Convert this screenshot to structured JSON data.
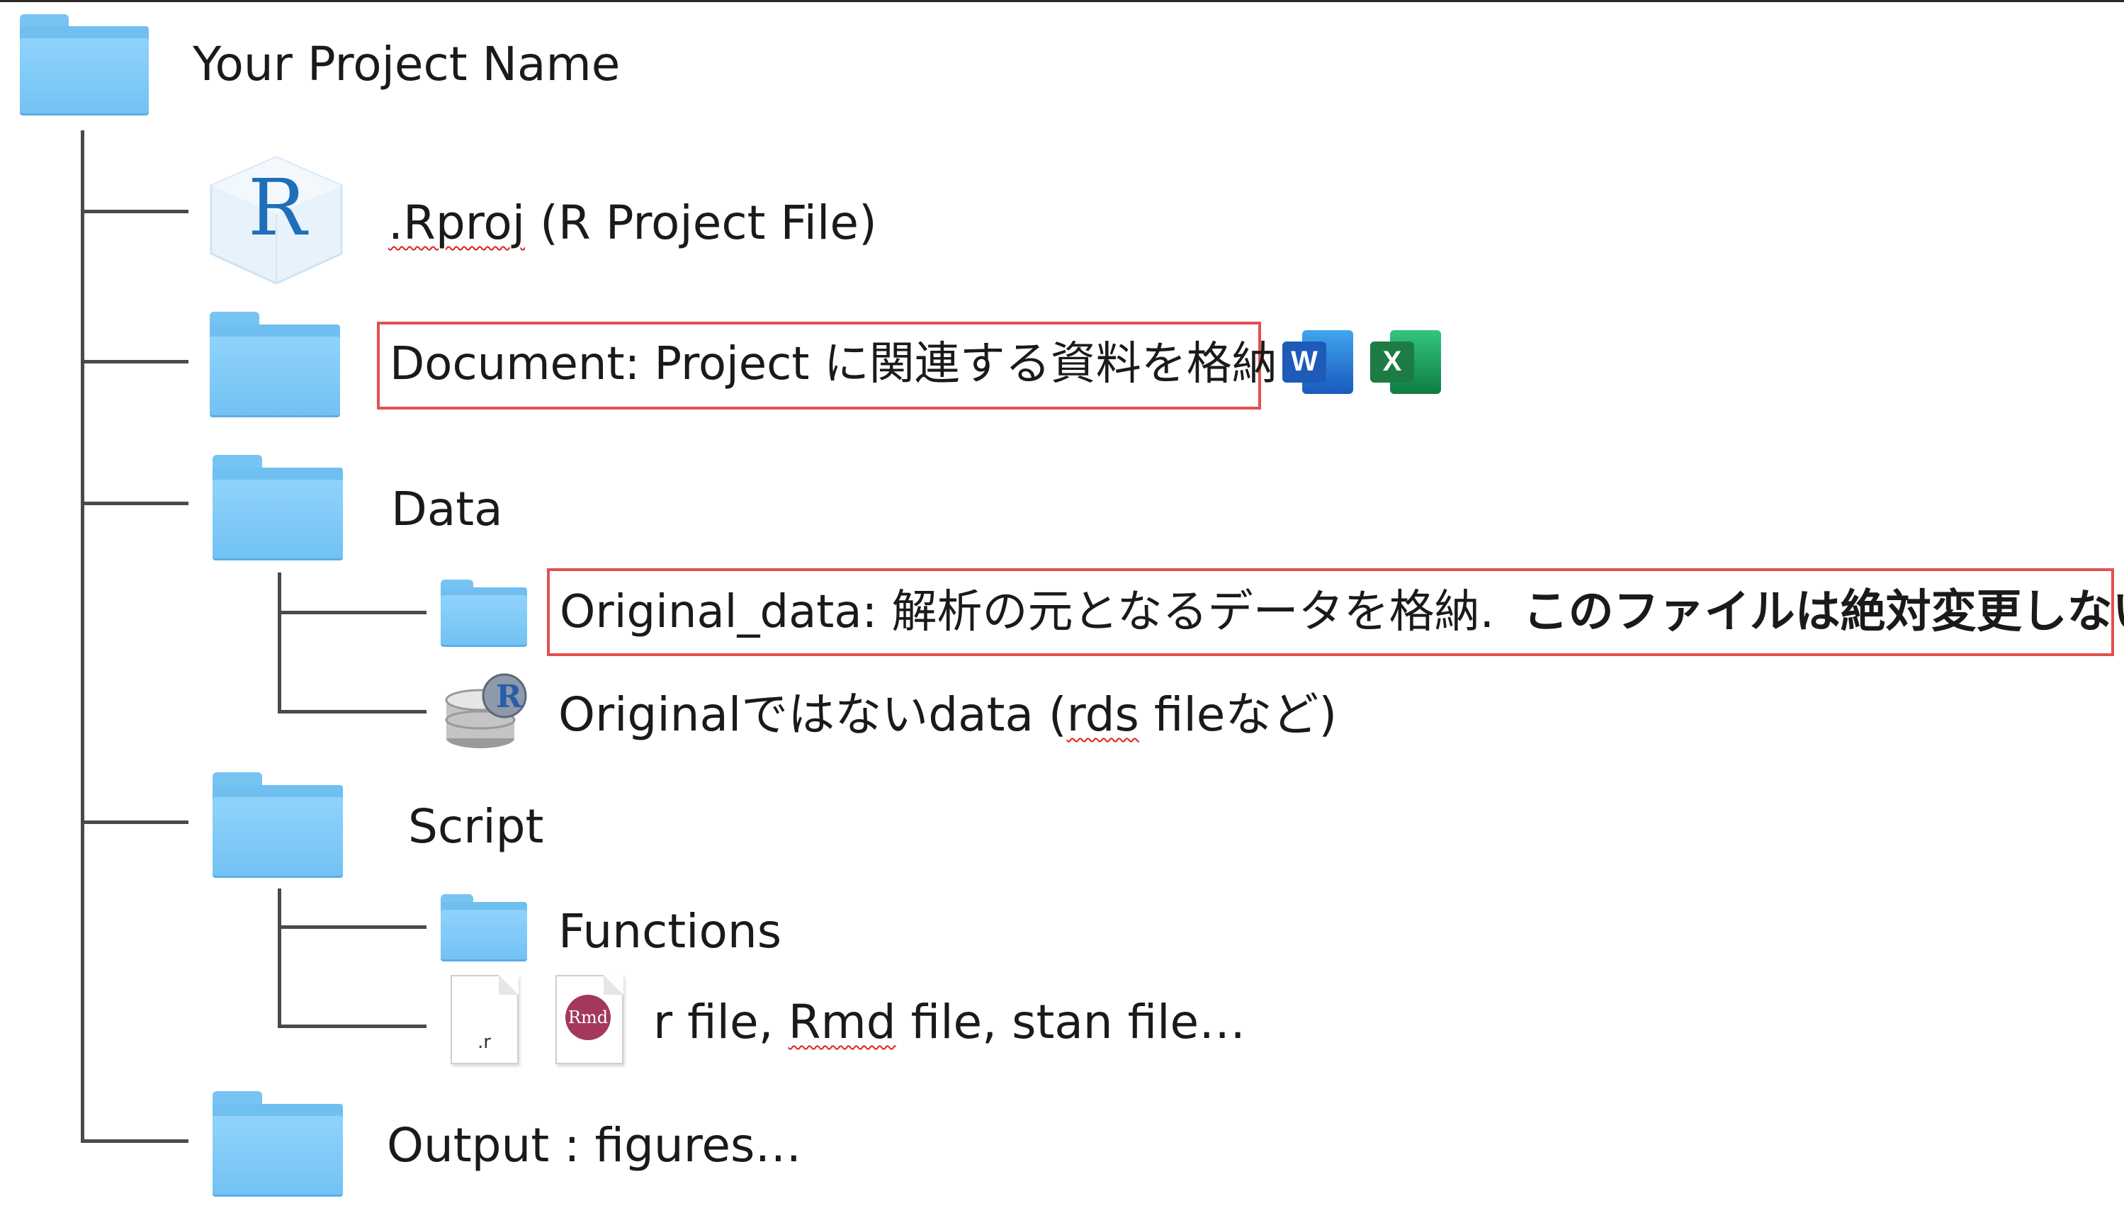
{
  "tree": {
    "root": {
      "label": "Your Project Name",
      "icon": "folder-icon"
    },
    "rproj": {
      "label_squiggle": ".Rproj",
      "label_rest": " (R Project File)",
      "icon": "r-project-icon",
      "glyph": "R"
    },
    "document": {
      "label": "Document: Project に関連する資料を格納",
      "icon": "folder-icon",
      "word_glyph": "W",
      "excel_glyph": "X"
    },
    "data": {
      "label": "Data",
      "icon": "folder-icon",
      "children": {
        "original": {
          "label_regular": "Original_data: 解析の元となるデータを格納.",
          "label_bold": "このファイルは絶対変更しない",
          "icon": "folder-icon"
        },
        "rds": {
          "label_a": "Originalではないdata (",
          "label_squiggle": "rds",
          "label_b": " fileなど)",
          "icon": "r-database-icon"
        }
      }
    },
    "script": {
      "label": "Script",
      "icon": "folder-icon",
      "children": {
        "functions": {
          "label": "Functions",
          "icon": "folder-icon"
        },
        "files": {
          "label_a": "r file, ",
          "label_squiggle": "Rmd",
          "label_b": " file, stan file…",
          "r_file_ext": ".r",
          "rmd_badge": "Rmd"
        }
      }
    },
    "output": {
      "label": "Output : figures…",
      "icon": "folder-icon"
    }
  },
  "colors": {
    "folder": "#7cc8f5",
    "highlight_box": "#e2504f",
    "tree_line": "#4a4a4a",
    "word": "#1e5bb8",
    "excel": "#1d7b44",
    "rmd": "#a3385a"
  }
}
